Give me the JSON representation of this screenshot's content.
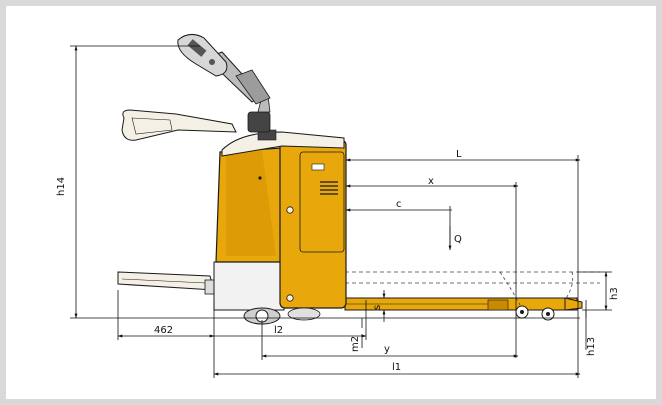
{
  "colors": {
    "body_yellow": "#e8a70a",
    "body_dark_yellow": "#c98a00",
    "outline": "#1a1a1a",
    "panel_grey": "#d9d9d9",
    "cream": "#f4f0e6"
  },
  "labels": {
    "h14": "h14",
    "L": "L",
    "x": "x",
    "c": "c",
    "Q": "Q",
    "h3": "h3",
    "s": "s",
    "dim_462": "462",
    "l2": "l2",
    "m2": "m2",
    "y": "y",
    "h13": "h13",
    "l1": "l1"
  }
}
